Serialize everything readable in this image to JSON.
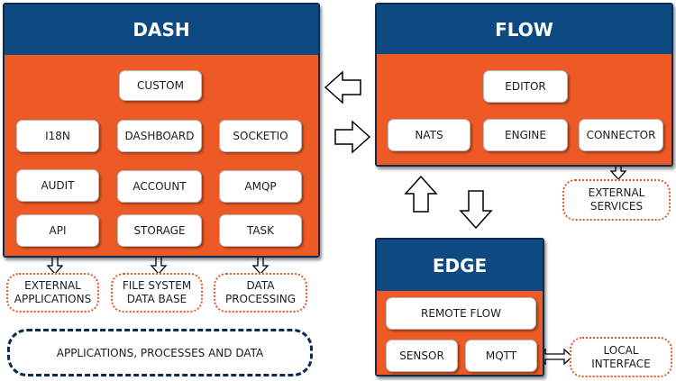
{
  "dash": {
    "title": "DASH",
    "modules": {
      "custom": "CUSTOM",
      "i18n": "I18N",
      "dashboard": "DASHBOARD",
      "socketio": "SOCKETIO",
      "audit": "AUDIT",
      "account": "ACCOUNT",
      "amqp": "AMQP",
      "api": "API",
      "storage": "STORAGE",
      "task": "TASK"
    },
    "externals": {
      "applications": "EXTERNAL\nAPPLICATIONS",
      "filesystem": "FILE SYSTEM\nDATA BASE",
      "processing": "DATA\nPROCESSING"
    }
  },
  "flow": {
    "title": "FLOW",
    "modules": {
      "editor": "EDITOR",
      "nats": "NATS",
      "engine": "ENGINE",
      "connector": "CONNECTOR"
    },
    "externals": {
      "services": "EXTERNAL\nSERVICES"
    }
  },
  "edge": {
    "title": "EDGE",
    "modules": {
      "remote_flow": "REMOTE FLOW",
      "sensor": "SENSOR",
      "mqtt": "MQTT"
    },
    "externals": {
      "local_interface": "LOCAL\nINTERFACE"
    }
  },
  "legend": "APPLICATIONS, PROCESSES AND DATA",
  "colors": {
    "header": "#0d4a82",
    "body": "#ee5a26",
    "border": "#0d2a4f",
    "external_border": "#e8572b"
  }
}
